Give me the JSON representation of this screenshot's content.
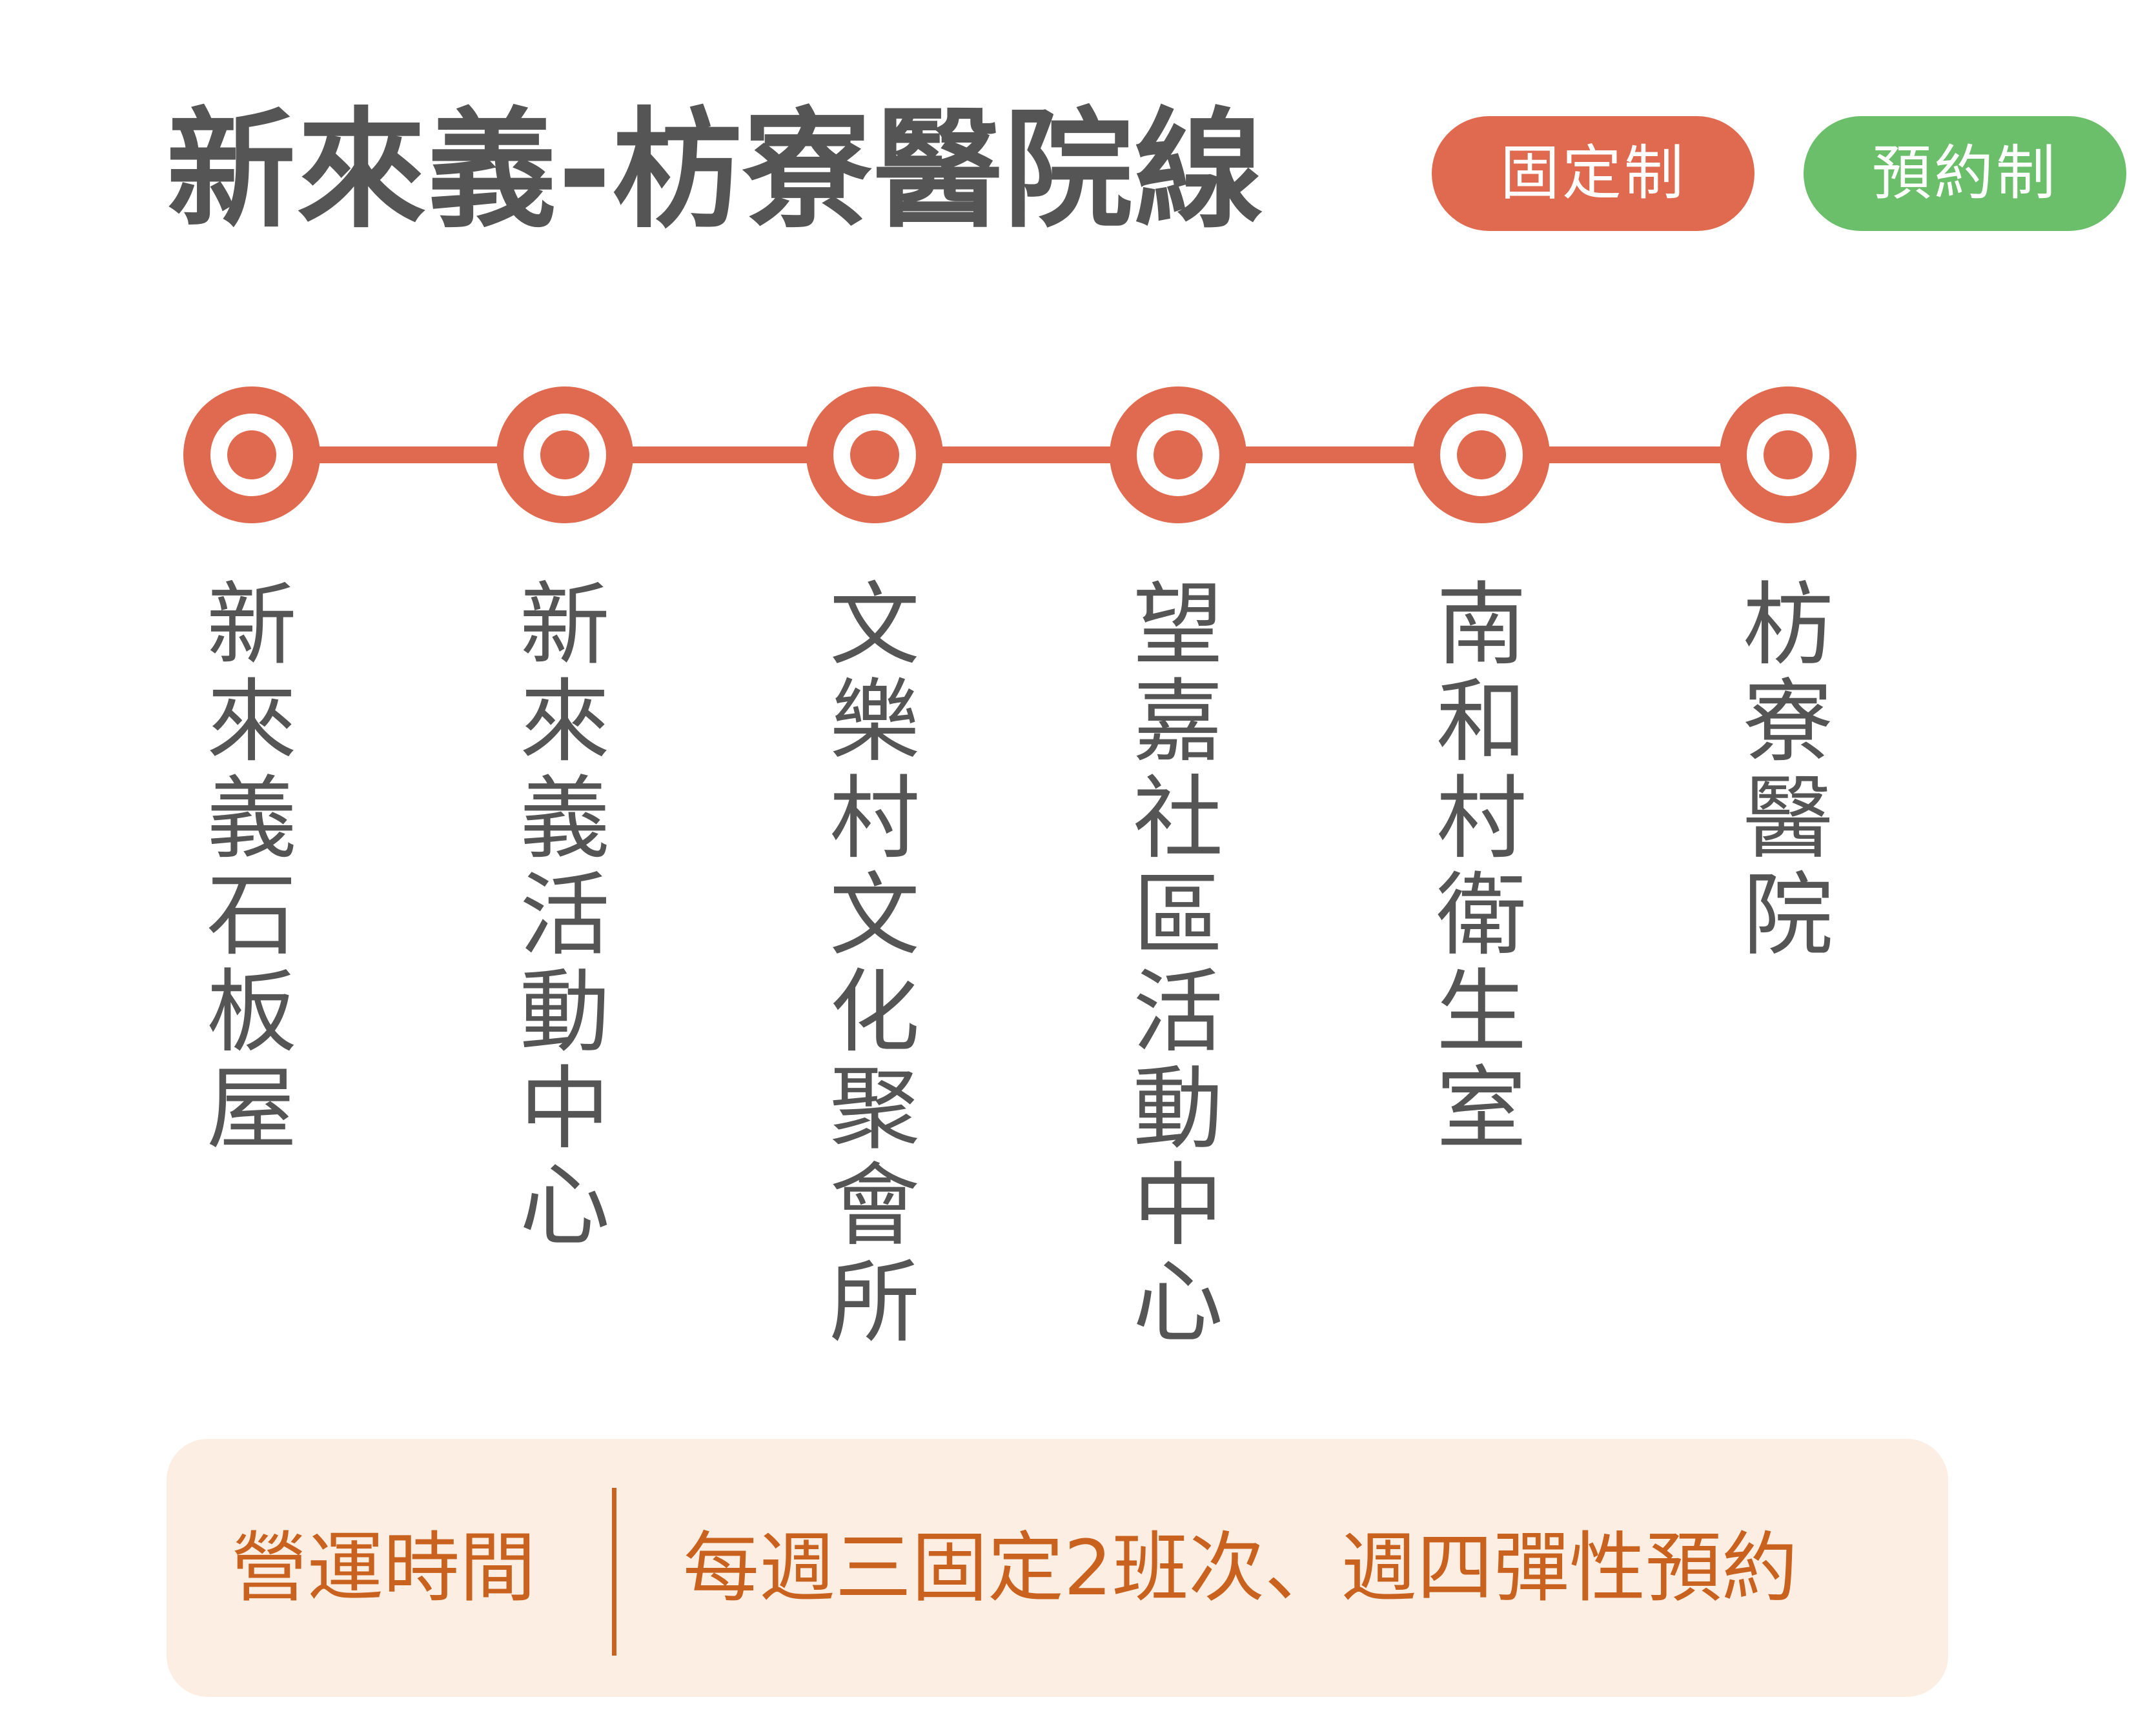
{
  "title": "新來義-枋寮醫院線",
  "badges": {
    "fixed": "固定制",
    "reserve": "預約制"
  },
  "colors": {
    "route": "#e06a4f",
    "fixed_badge": "#e06a4f",
    "reserve_badge": "#6bbf6b",
    "text": "#555555",
    "info_text": "#c8621e",
    "info_bg": "#fdeee3"
  },
  "stops": [
    {
      "name": "新來義石板屋"
    },
    {
      "name": "新來義活動中心"
    },
    {
      "name": "文樂村文化聚會所"
    },
    {
      "name": "望嘉社區活動中心"
    },
    {
      "name": "南和村衛生室"
    },
    {
      "name": "枋寮醫院"
    }
  ],
  "info": {
    "label": "營運時間",
    "value": "每週三固定2班次、週四彈性預約"
  }
}
